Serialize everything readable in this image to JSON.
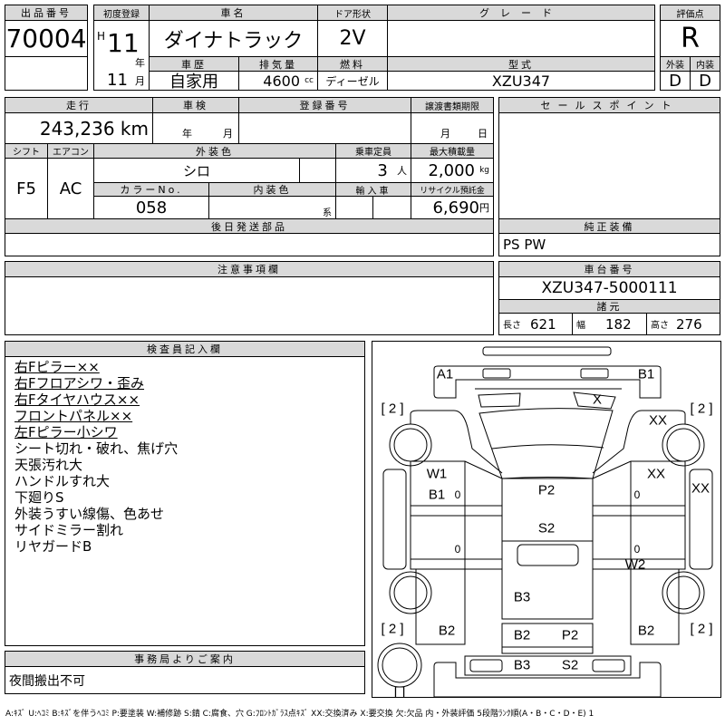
{
  "lot": {
    "label": "出品番号",
    "value": "70004"
  },
  "first_reg": {
    "label": "初度登録",
    "era": "H",
    "year": "11",
    "year_unit": "年",
    "month": "11",
    "month_unit": "月"
  },
  "car_name": {
    "label": "車名",
    "value": "ダイナトラック"
  },
  "door": {
    "label": "ドア形状",
    "value": "2V"
  },
  "grade": {
    "label": "グレード",
    "value": ""
  },
  "history": {
    "label": "車歴",
    "value": "自家用"
  },
  "displacement": {
    "label": "排気量",
    "value": "4600",
    "unit": "cc"
  },
  "fuel": {
    "label": "燃料",
    "value": "ディーゼル"
  },
  "model": {
    "label": "型式",
    "value": "XZU347"
  },
  "score": {
    "label": "評価点",
    "value": "R",
    "ext_label": "外装",
    "int_label": "内装",
    "ext": "D",
    "int": "D"
  },
  "mileage": {
    "label": "走行",
    "value": "243,236 km"
  },
  "inspection": {
    "label": "車検",
    "year_unit": "年",
    "month_unit": "月"
  },
  "reg_no": {
    "label": "登録番号"
  },
  "transfer": {
    "label": "譲渡書類期限",
    "month_unit": "月",
    "day_unit": "日"
  },
  "shift": {
    "label": "シフト",
    "value": "F5"
  },
  "ac": {
    "label": "エアコン",
    "value": "AC"
  },
  "ext_color": {
    "label": "外装色",
    "value": "シロ"
  },
  "capacity": {
    "label": "乗車定員",
    "value": "3",
    "unit": "人"
  },
  "max_load": {
    "label": "最大積載量",
    "value": "2,000",
    "unit": "kg"
  },
  "color_no": {
    "label": "カラーNo.",
    "value": "058"
  },
  "int_color": {
    "label": "内装色",
    "suffix": "系"
  },
  "import": {
    "label": "輸入車"
  },
  "recycle": {
    "label": "リサイクル預託金",
    "value": "6,690",
    "unit": "円"
  },
  "later_parts": {
    "label": "後日発送部品"
  },
  "sales_point": {
    "label": "セールスポイント"
  },
  "equipment": {
    "label": "純正装備",
    "value": "PS PW"
  },
  "notes": {
    "label": "注意事項欄"
  },
  "chassis": {
    "label": "車台番号",
    "value": "XZU347-5000111"
  },
  "specs": {
    "label": "諸元",
    "length_label": "長さ",
    "length": "621",
    "width_label": "幅",
    "width": "182",
    "height_label": "高さ",
    "height": "276"
  },
  "inspector": {
    "label": "検査員記入欄",
    "lines": [
      "右Fピラー××",
      "右Fフロアシワ・歪み",
      "右Fタイヤハウス××",
      "フロントパネル××",
      "左Fピラー小シワ",
      "シート切れ・破れ、焦げ穴",
      "天張汚れ大",
      "ハンドルすれ大",
      "下廻りS",
      "外装うすい線傷、色あせ",
      "サイドミラー割れ",
      "リヤガードB"
    ]
  },
  "office": {
    "label": "事務局よりご案内",
    "value": "夜間搬出不可"
  },
  "diagram": {
    "marks": [
      "A1",
      "B1",
      "X",
      "XX",
      "XX",
      "XX",
      "W1",
      "B1",
      "P2",
      "S2",
      "W2",
      "B3",
      "B2",
      "B2",
      "P2",
      "B2",
      "B3",
      "S2",
      "[ 2 ]",
      "[ 2 ]",
      "[ 2 ]",
      "[ 2 ]",
      "[   ]",
      "0",
      "0",
      "0",
      "0"
    ]
  },
  "legend": "A:ｷｽﾞ U:ﾍｺﾐ B:ｷｽﾞを伴うﾍｺﾐ P:要塗装 W:補修跡 S:錆 C:腐食、穴 G:ﾌﾛﾝﾄｶﾞﾗｽ点ｷｽﾞ XX:交換済み X:要交換 欠:欠品 内・外装評価 5段階ﾗﾝｸ順(A・B・C・D・E) 1"
}
